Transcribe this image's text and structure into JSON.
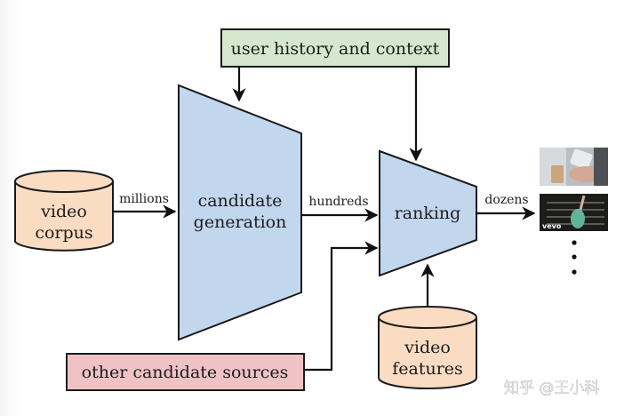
{
  "diagram": {
    "nodes": {
      "user_history": {
        "label": "user history and context",
        "color": "#d5e8cf"
      },
      "video_corpus": {
        "lines": [
          "video",
          "corpus"
        ],
        "color": "#f9dcc2"
      },
      "candidate_generation": {
        "lines": [
          "candidate",
          "generation"
        ],
        "color": "#c2d6ee"
      },
      "ranking": {
        "label": "ranking",
        "color": "#c2d6ee"
      },
      "video_features": {
        "lines": [
          "video",
          "features"
        ],
        "color": "#f9dcc2"
      },
      "other_sources": {
        "label": "other candidate sources",
        "color": "#efc3c6"
      },
      "results": {
        "thumbnails": [
          "phone-and-coffee-thumbnail",
          "vevo-music-video-thumbnail"
        ],
        "vevo_label": "vevo",
        "ellipsis": "⋮"
      }
    },
    "edges": {
      "millions": "millions",
      "hundreds": "hundreds",
      "dozens": "dozens"
    }
  },
  "watermark": "知乎 @王小科"
}
